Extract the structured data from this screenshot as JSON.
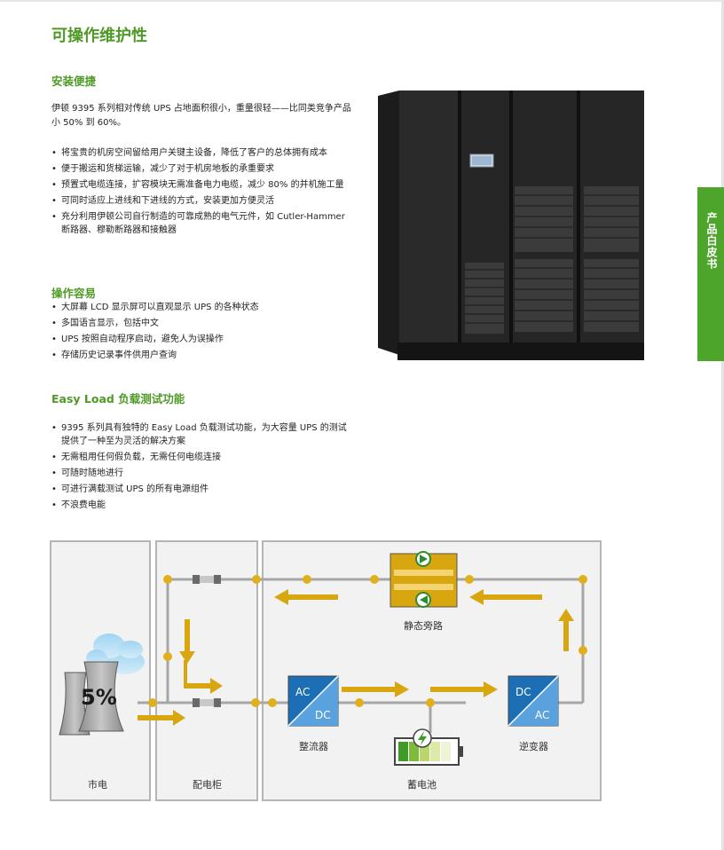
{
  "page": {
    "title": "可操作维护性",
    "side_tab": "产品白皮书"
  },
  "sections": {
    "install": {
      "heading": "安装便捷",
      "intro": "伊顿 9395 系列相对传统 UPS 占地面积很小，重量很轻——比同类竞争产品小 50% 到 60%。",
      "bullets": [
        "将宝贵的机房空间留给用户关键主设备，降低了客户的总体拥有成本",
        "便于搬运和货梯运输，减少了对于机房地板的承重要求",
        "预置式电缆连接，扩容模块无需准备电力电缆，减少 80% 的并机施工量",
        "可同时适应上进线和下进线的方式，安装更加方便灵活",
        "充分利用伊顿公司自行制造的可靠成熟的电气元件，如 Cutler-Hammer 断路器、穆勒断路器和接触器"
      ]
    },
    "operation": {
      "heading": "操作容易",
      "bullets": [
        "大屏幕 LCD 显示屏可以直观显示 UPS 的各种状态",
        "多国语言显示，包括中文",
        "UPS 按照自动程序启动，避免人为误操作",
        "存储历史记录事件供用户查询"
      ]
    },
    "easyload": {
      "heading": "Easy Load 负载测试功能",
      "bullets": [
        "9395 系列具有独特的 Easy Load 负载测试功能，为大容量 UPS 的测试提供了一种至为灵活的解决方案",
        "无需租用任何假负载，无需任何电缆连接",
        "可随时随地进行",
        "可进行满载测试 UPS 的所有电源组件",
        "不浪费电能"
      ]
    }
  },
  "diagram": {
    "percent": "5%",
    "labels": {
      "mains": "市电",
      "switchgear": "配电柜",
      "battery": "蓄电池",
      "static_bypass": "静态旁路",
      "rectifier": "整流器",
      "inverter": "逆变器"
    },
    "rectifier": {
      "top": "AC",
      "bottom": "DC"
    },
    "inverter": {
      "top": "DC",
      "bottom": "AC"
    },
    "colors": {
      "accent_green": "#4f9a27",
      "flow_yellow": "#d8a70f",
      "converter_blue": "#1d6fb5",
      "line_gray": "#a6a6a6"
    }
  }
}
